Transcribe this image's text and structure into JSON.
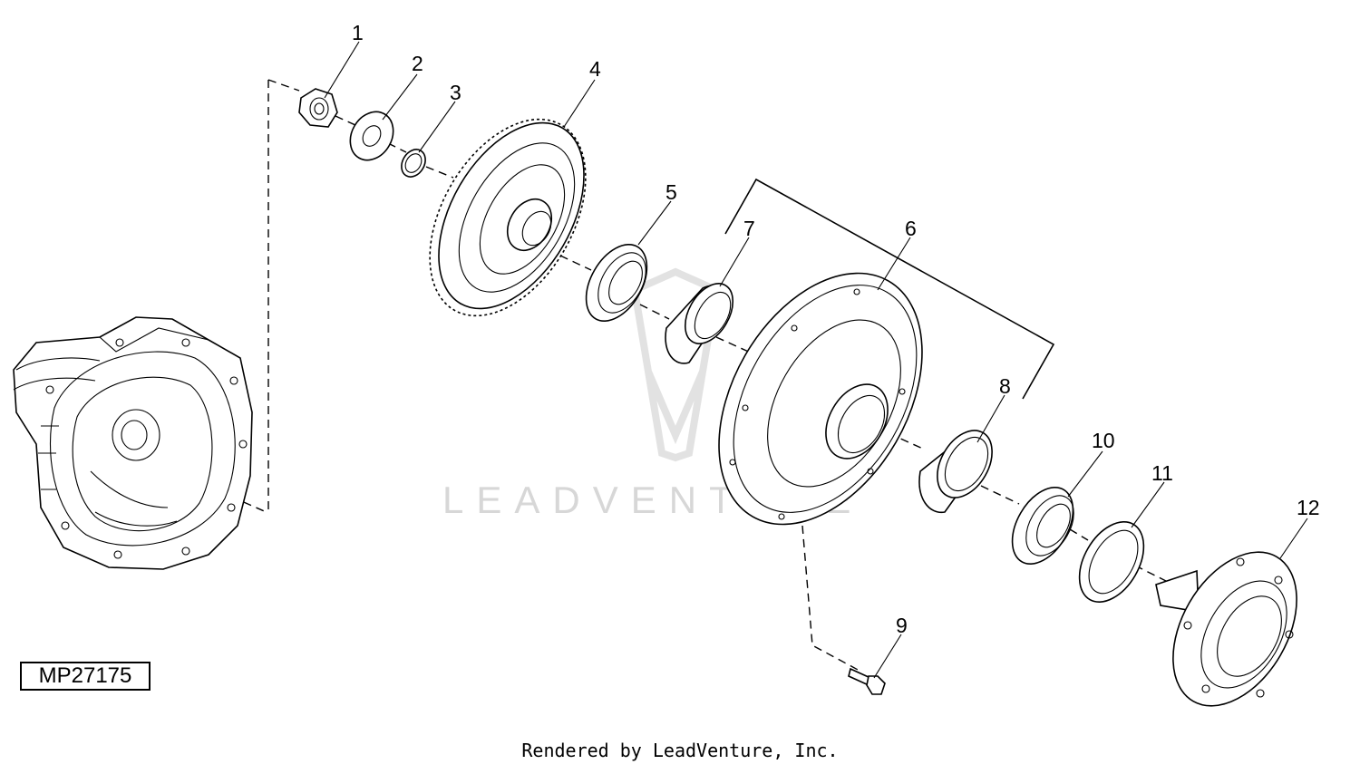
{
  "diagram": {
    "callouts": [
      "1",
      "2",
      "3",
      "4",
      "5",
      "6",
      "7",
      "8",
      "9",
      "10",
      "11",
      "12"
    ],
    "figure_id": "MP27175",
    "footer": "Rendered by LeadVenture, Inc.",
    "watermark": "LEADVENTURE"
  }
}
